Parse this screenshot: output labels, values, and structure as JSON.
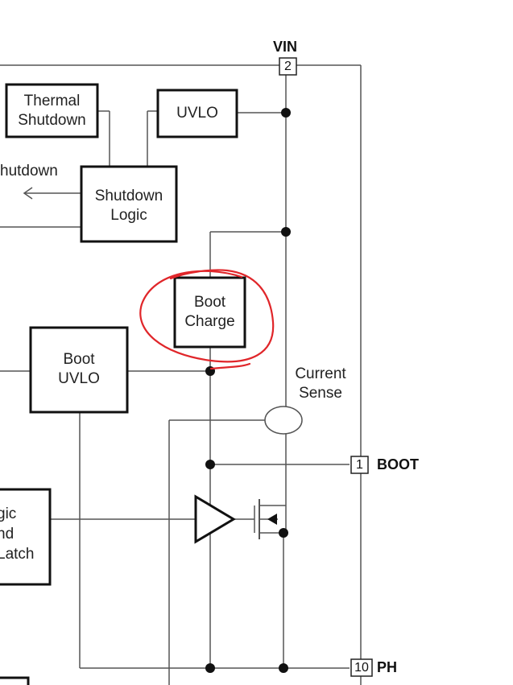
{
  "blocks": {
    "thermal_shutdown": "Thermal\nShutdown",
    "uvlo": "UVLO",
    "shutdown_logic": "Shutdown\nLogic",
    "boot_charge": "Boot\nCharge",
    "boot_uvlo": "Boot\nUVLO",
    "logic_latch_partial": "gic\nnd\nLatch",
    "shutdown_signal_partial": "hutdown",
    "current_sense": "Current\nSense"
  },
  "pins": {
    "vin": {
      "number": "2",
      "name": "VIN"
    },
    "boot": {
      "number": "1",
      "name": "BOOT"
    },
    "ph": {
      "number": "10",
      "name": "PH"
    }
  },
  "colors": {
    "annotation_circle": "#e0262a",
    "wire": "#555555",
    "block_border": "#111111"
  }
}
